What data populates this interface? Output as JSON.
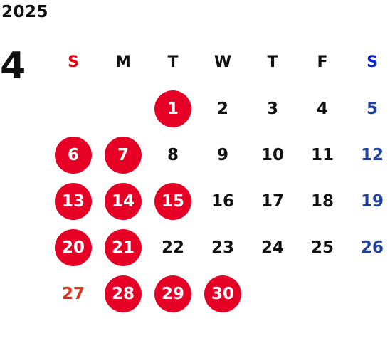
{
  "calendar": {
    "year": "2025",
    "month": "4",
    "weekdays": [
      {
        "label": "S",
        "kind": "sun"
      },
      {
        "label": "M",
        "kind": "weekday"
      },
      {
        "label": "T",
        "kind": "weekday"
      },
      {
        "label": "W",
        "kind": "weekday"
      },
      {
        "label": "T",
        "kind": "weekday"
      },
      {
        "label": "F",
        "kind": "weekday"
      },
      {
        "label": "S",
        "kind": "sat"
      }
    ],
    "weeks": [
      [
        {
          "label": "",
          "kind": "empty"
        },
        {
          "label": "",
          "kind": "empty"
        },
        {
          "label": "1",
          "kind": "weekday",
          "highlighted": true
        },
        {
          "label": "2",
          "kind": "weekday",
          "highlighted": false
        },
        {
          "label": "3",
          "kind": "weekday",
          "highlighted": false
        },
        {
          "label": "4",
          "kind": "weekday",
          "highlighted": false
        },
        {
          "label": "5",
          "kind": "sat",
          "highlighted": false
        }
      ],
      [
        {
          "label": "6",
          "kind": "sun",
          "highlighted": true
        },
        {
          "label": "7",
          "kind": "weekday",
          "highlighted": true
        },
        {
          "label": "8",
          "kind": "weekday",
          "highlighted": false
        },
        {
          "label": "9",
          "kind": "weekday",
          "highlighted": false
        },
        {
          "label": "10",
          "kind": "weekday",
          "highlighted": false
        },
        {
          "label": "11",
          "kind": "weekday",
          "highlighted": false
        },
        {
          "label": "12",
          "kind": "sat",
          "highlighted": false
        }
      ],
      [
        {
          "label": "13",
          "kind": "sun",
          "highlighted": true
        },
        {
          "label": "14",
          "kind": "weekday",
          "highlighted": true
        },
        {
          "label": "15",
          "kind": "weekday",
          "highlighted": true
        },
        {
          "label": "16",
          "kind": "weekday",
          "highlighted": false
        },
        {
          "label": "17",
          "kind": "weekday",
          "highlighted": false
        },
        {
          "label": "18",
          "kind": "weekday",
          "highlighted": false
        },
        {
          "label": "19",
          "kind": "sat",
          "highlighted": false
        }
      ],
      [
        {
          "label": "20",
          "kind": "sun",
          "highlighted": true
        },
        {
          "label": "21",
          "kind": "weekday",
          "highlighted": true
        },
        {
          "label": "22",
          "kind": "weekday",
          "highlighted": false
        },
        {
          "label": "23",
          "kind": "weekday",
          "highlighted": false
        },
        {
          "label": "24",
          "kind": "weekday",
          "highlighted": false
        },
        {
          "label": "25",
          "kind": "weekday",
          "highlighted": false
        },
        {
          "label": "26",
          "kind": "sat",
          "highlighted": false
        }
      ],
      [
        {
          "label": "27",
          "kind": "sun",
          "highlighted": false
        },
        {
          "label": "28",
          "kind": "weekday",
          "highlighted": true
        },
        {
          "label": "29",
          "kind": "weekday",
          "highlighted": true
        },
        {
          "label": "30",
          "kind": "weekday",
          "highlighted": true
        },
        {
          "label": "",
          "kind": "empty"
        },
        {
          "label": "",
          "kind": "empty"
        },
        {
          "label": "",
          "kind": "empty"
        }
      ]
    ],
    "colors": {
      "highlight": "#e60026",
      "sunday_text": "#e0331f",
      "saturday_text": "#1e3f9c",
      "sunday_header": "#e60012",
      "saturday_header": "#0d22c8",
      "default_text": "#111111"
    }
  }
}
